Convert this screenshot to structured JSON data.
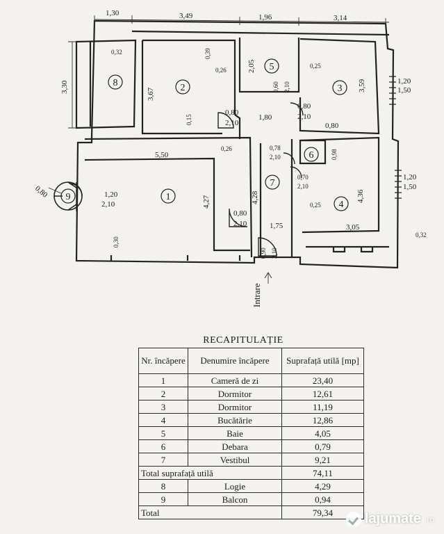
{
  "plan": {
    "top_dims": [
      "1,30",
      "3,49",
      "1,96",
      "3,14"
    ],
    "left_dim": "3,30",
    "rooms": [
      "1",
      "2",
      "3",
      "4",
      "5",
      "6",
      "7",
      "8",
      "9"
    ],
    "labels": {
      "d_0_32": "0,32",
      "d_0_39": "0,39",
      "d_3_67": "3,67",
      "d_0_26_a": "0,26",
      "d_0_15": "0,15",
      "d_2_05": "2,05",
      "d_0_25_a": "0,25",
      "d_3_59": "3,59",
      "win_r1_w": "1,20",
      "win_r1_h": "1,50",
      "door_bath_w": "0,60",
      "door_bath_h": "2,10",
      "door_r3_w": "0,80",
      "door_r3_h": "2,10",
      "door_r2_w": "0,80",
      "door_r2_h": "2,10",
      "d_1_80": "1,80",
      "d_0_80_b": "0,80",
      "d_5_50": "5,50",
      "d_0_26_b": "0,26",
      "door_debara_w": "0,78",
      "door_debara_h": "2,10",
      "d_0_98": "0,98",
      "win_r2_w": "1,20",
      "win_r2_h": "1,50",
      "door_bal_d": "0,80",
      "door_bal_w": "1,20",
      "door_bal_h": "2,10",
      "d_4_27": "4,27",
      "d_4_28": "4,28",
      "door_r4_w": "0,70",
      "door_r4_h": "2,10",
      "d_4_36": "4,36",
      "d_0_25_b": "0,25",
      "door_r1_w": "0,80",
      "door_r1_h": "2,10",
      "d_1_75": "1,75",
      "d_3_05": "3,05",
      "d_0_32_b": "0,32",
      "d_0_30": "0,30",
      "door_in_w": "0,90",
      "door_in_h": "2,10",
      "entrance": "Intrare"
    }
  },
  "recap": {
    "title": "RECAPITULAȚIE",
    "headers": [
      "Nr. încăpere",
      "Denumire încăpere",
      "Suprafață utilă [mp]"
    ],
    "rows": [
      [
        "1",
        "Cameră de zi",
        "23,40"
      ],
      [
        "2",
        "Dormitor",
        "12,61"
      ],
      [
        "3",
        "Dormitor",
        "11,19"
      ],
      [
        "4",
        "Bucătărie",
        "12,86"
      ],
      [
        "5",
        "Baie",
        "4,05"
      ],
      [
        "6",
        "Debara",
        "0,79"
      ],
      [
        "7",
        "Vestibul",
        "9,21"
      ]
    ],
    "total_util_label": "Total suprafață utilă",
    "total_util_value": "74,11",
    "extra_rows": [
      [
        "8",
        "Logie",
        "4,29"
      ],
      [
        "9",
        "Balcon",
        "0,94"
      ]
    ],
    "total_label": "Total",
    "total_value": "79,34"
  },
  "watermark": {
    "name": "lajumate",
    "tld": ".ro"
  }
}
